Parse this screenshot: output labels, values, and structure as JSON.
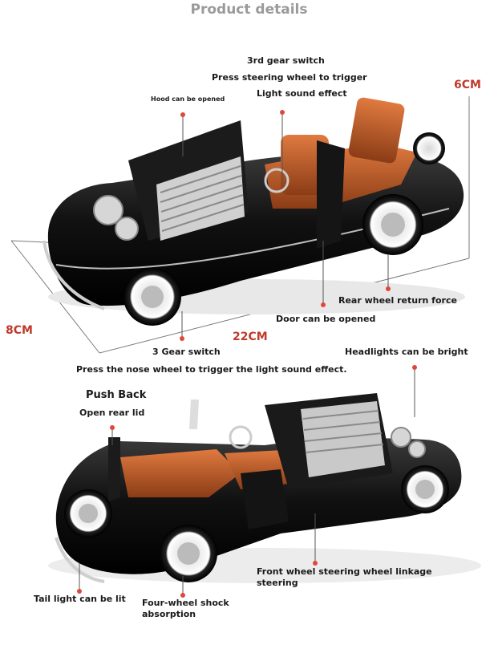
{
  "page": {
    "title": "Product details"
  },
  "dimensions": {
    "height": "6CM",
    "width": "8CM",
    "length": "22CM"
  },
  "top_callouts": {
    "gear_switch_3rd": "3rd gear switch",
    "press_steering": "Press steering wheel to trigger",
    "light_sound": "Light sound effect",
    "hood": "Hood can be opened",
    "rear_return": "Rear wheel return force",
    "door": "Door can be opened",
    "gear_switch_3": "3 Gear switch",
    "nose_wheel": "Press the nose wheel to trigger the light sound effect."
  },
  "bottom_callouts": {
    "headlights": "Headlights can be bright",
    "push_back": "Push Back",
    "rear_lid": "Open rear lid",
    "front_steering_1": "Front wheel steering wheel linkage",
    "front_steering_2": "steering",
    "tail_light": "Tail light can be lit",
    "shock_1": "Four-wheel shock",
    "shock_2": "absorption"
  },
  "colors": {
    "accent": "#c0392b",
    "callout_dot": "#e0463a",
    "car_body": "#111111",
    "interior": "#c4622e",
    "chrome": "#c8c8c8",
    "title": "#9a9a9a"
  }
}
